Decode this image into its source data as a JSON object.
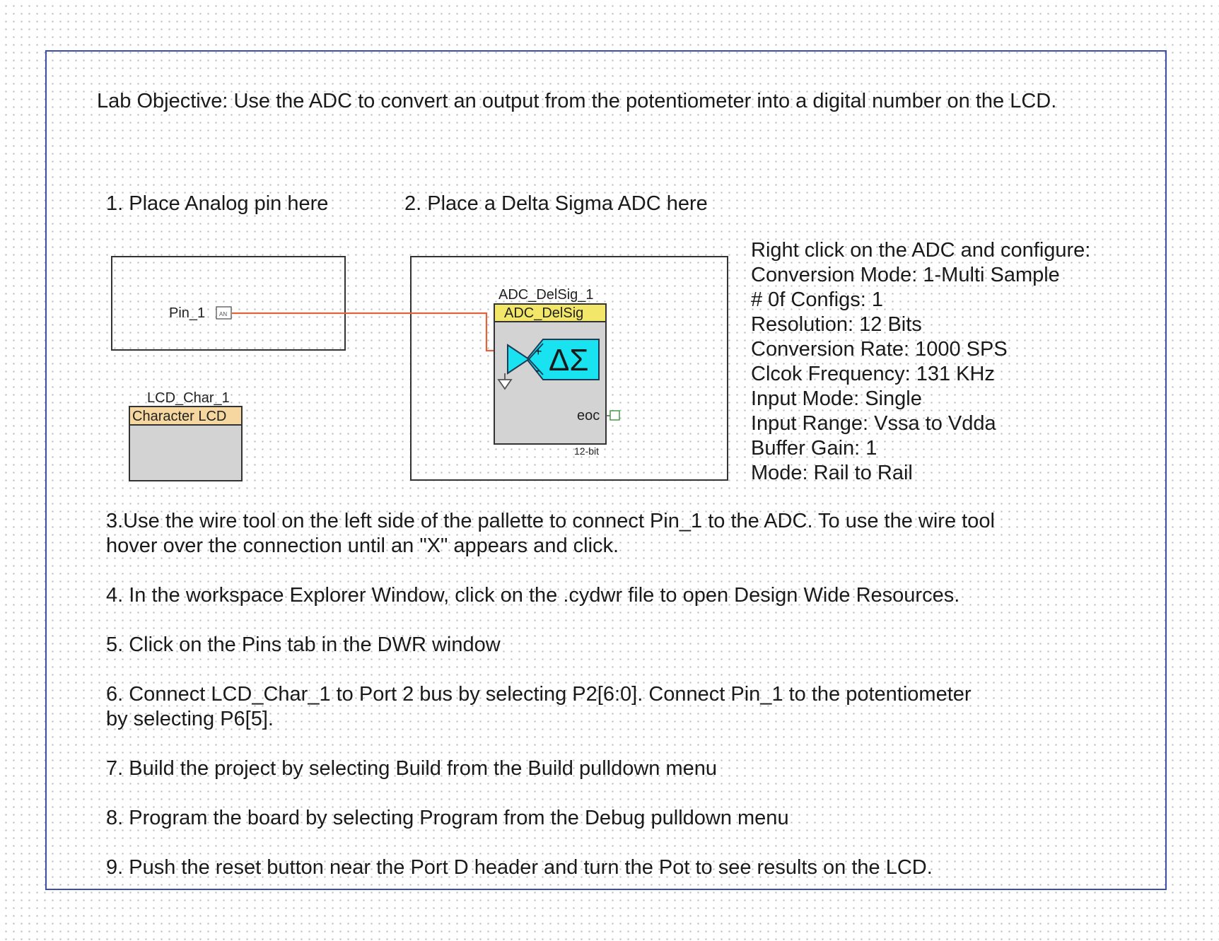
{
  "objective": "Lab Objective: Use the ADC to convert an output from the potentiometer into a digital number on the LCD.",
  "step1_label": "1. Place Analog pin here",
  "step2_label": "2. Place a Delta Sigma ADC here",
  "pin": {
    "name": "Pin_1",
    "glyph": "AN"
  },
  "lcd": {
    "instance": "LCD_Char_1",
    "type": "Character LCD",
    "header_color": "#f7d7a0"
  },
  "adc": {
    "instance": "ADC_DelSig_1",
    "type": "ADC_DelSig",
    "symbol": "ΔΣ",
    "plus": "+",
    "minus": "-",
    "eoc_label": "eoc",
    "bits_label": "12-bit",
    "header_color": "#f3e76a",
    "symbol_color": "#19e3f0"
  },
  "wire_color": "#e0633a",
  "config": {
    "heading": "Right click on the ADC and configure:",
    "lines": [
      "Conversion Mode: 1-Multi Sample",
      "# 0f Configs: 1",
      "Resolution: 12 Bits",
      "Conversion Rate: 1000 SPS",
      "Clcok Frequency: 131 KHz",
      "Input Mode: Single",
      "Input Range: Vssa to Vdda",
      "Buffer Gain: 1",
      "Mode: Rail to Rail"
    ]
  },
  "steps": [
    "3.Use the wire tool on the left side of the pallette to connect Pin_1 to the ADC. To use the wire tool\nhover over the connection until an \"X\" appears and click.",
    "4. In the workspace Explorer Window, click on the .cydwr file to open Design Wide Resources.",
    "5. Click on the Pins tab in the DWR window",
    "6. Connect LCD_Char_1 to Port 2 bus by selecting P2[6:0]. Connect Pin_1 to the potentiometer\nby selecting  P6[5].",
    "7. Build the project by selecting Build from the Build pulldown menu",
    "8. Program the board by selecting Program from the Debug pulldown menu",
    "9. Push the reset button near the Port D header and turn the Pot to see results on the LCD."
  ]
}
